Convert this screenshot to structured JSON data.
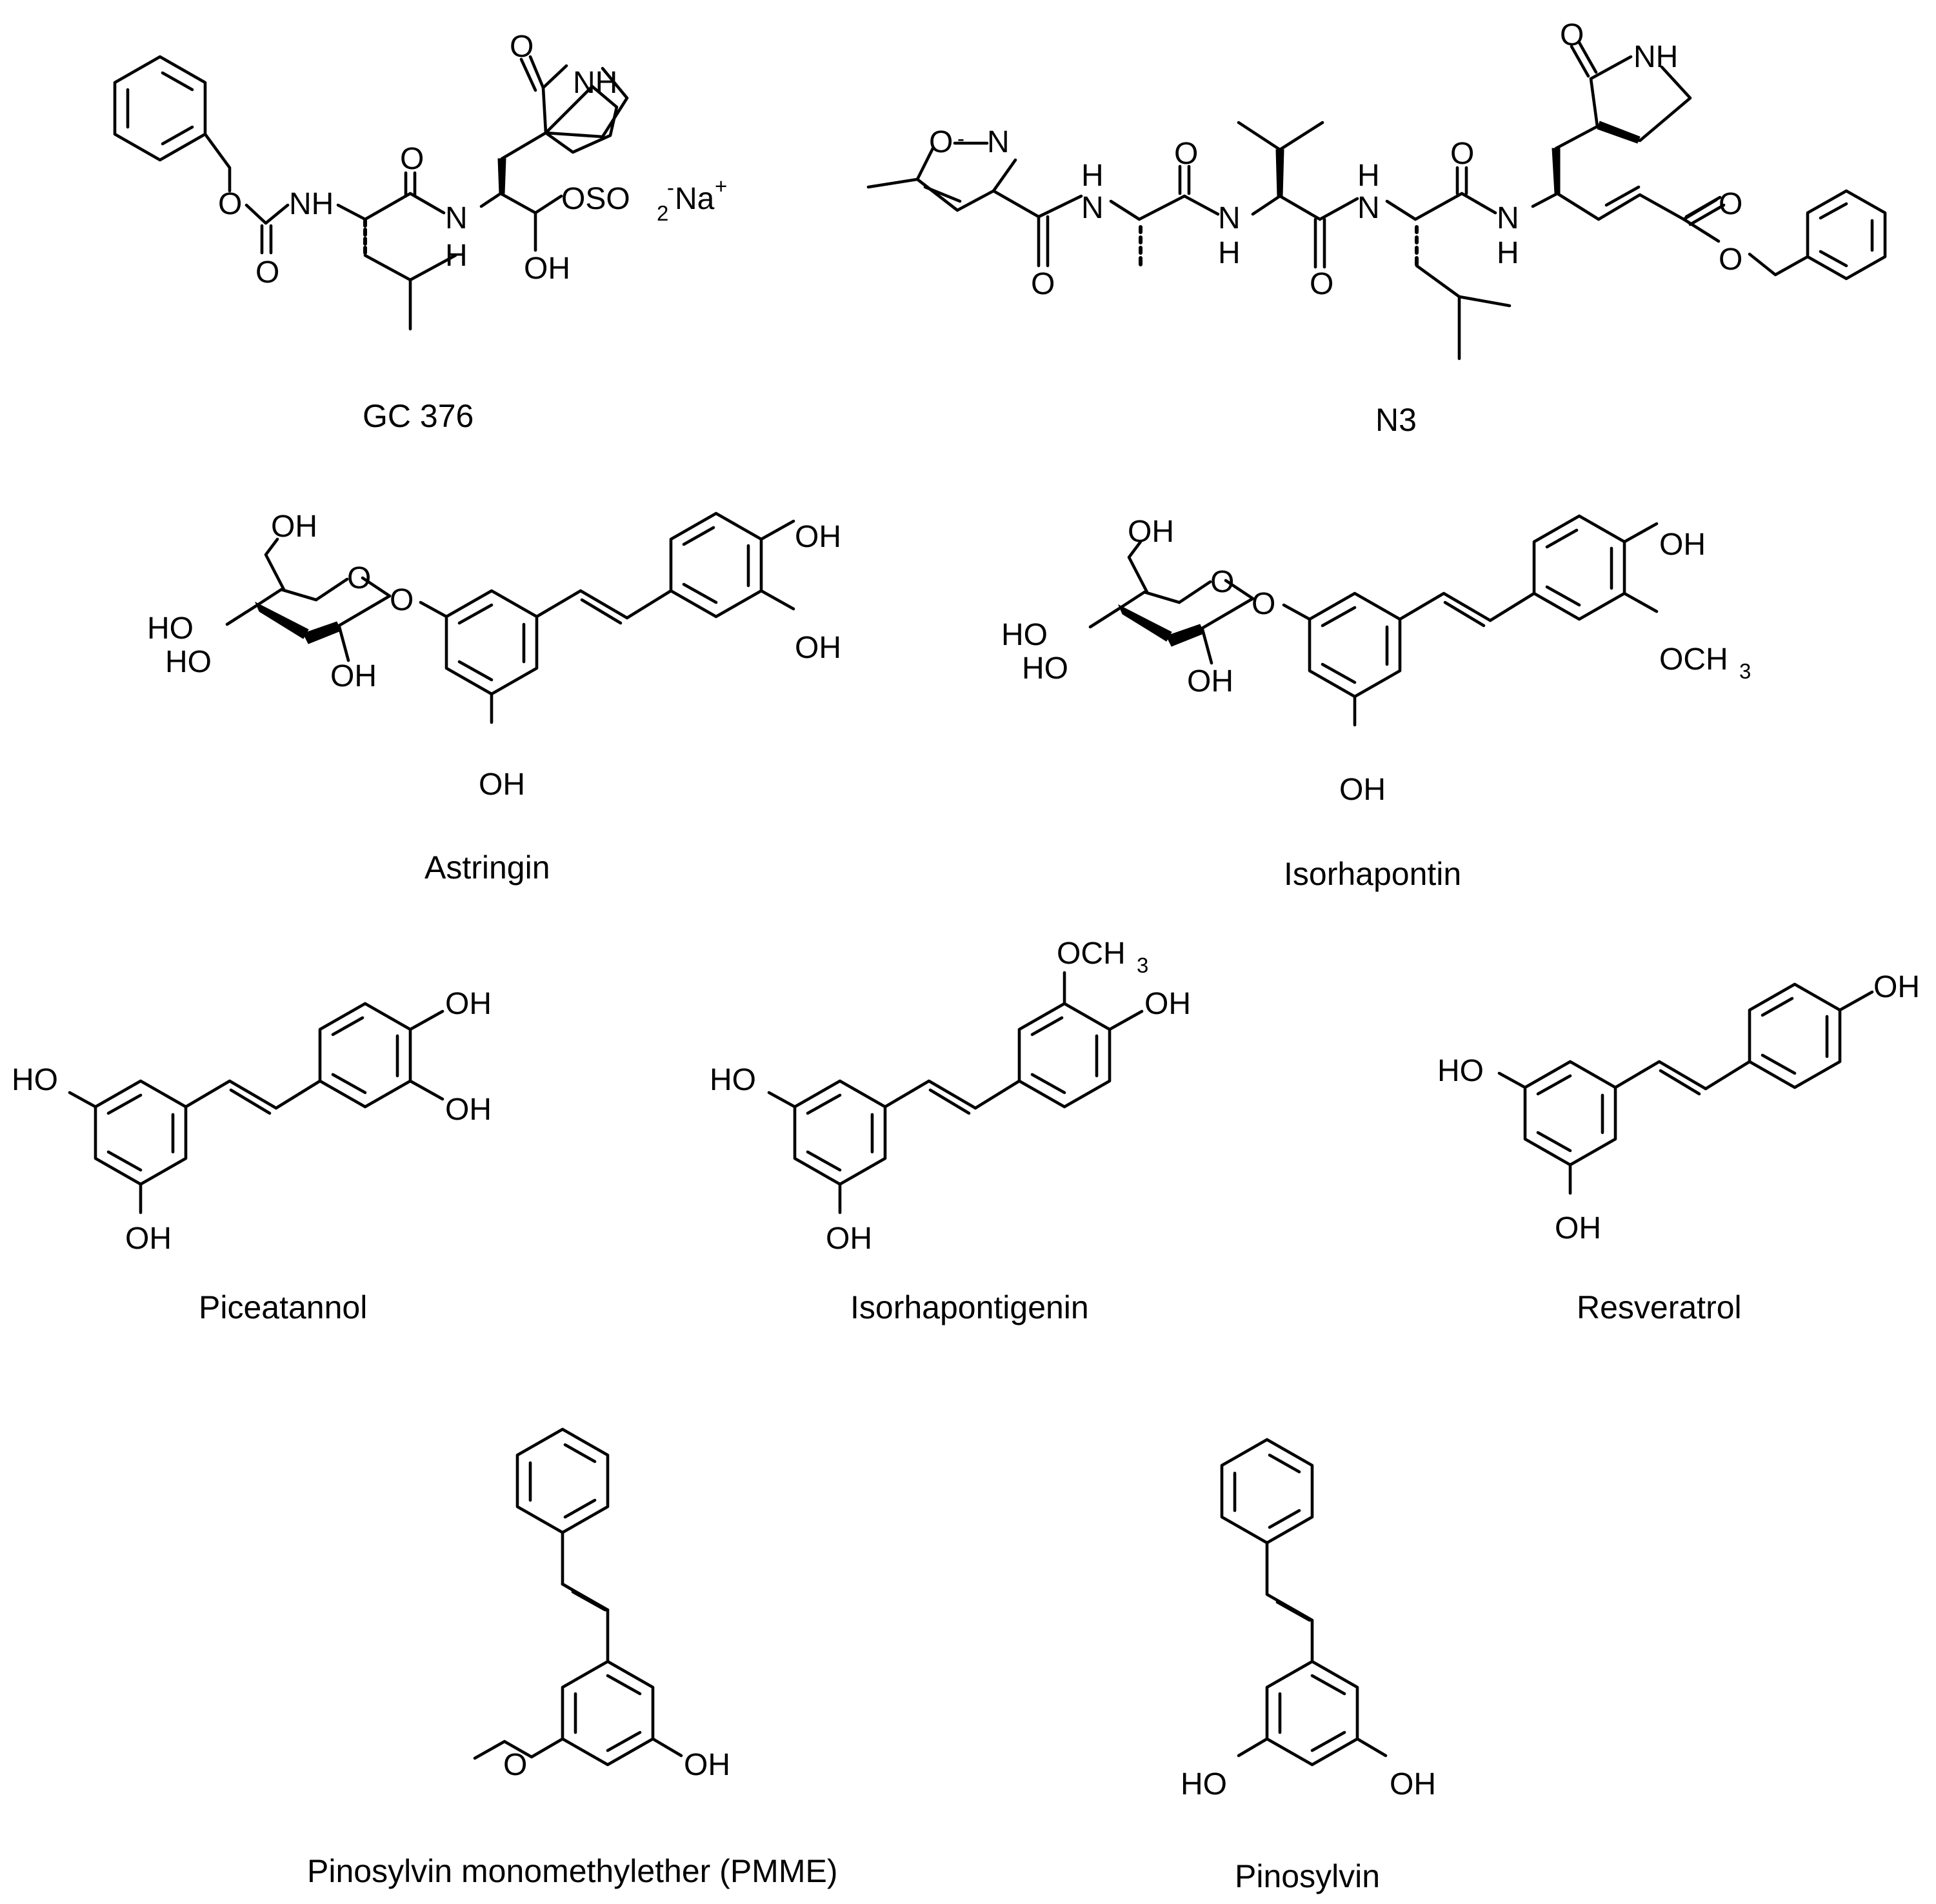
{
  "compounds": {
    "gc376": "GC 376",
    "n3": "N3",
    "astringin": "Astringin",
    "isorhapontin": "Isorhapontin",
    "piceatannol": "Piceatannol",
    "isorhapontigenin": "Isorhapontigenin",
    "resveratrol": "Resveratrol",
    "pmme": "Pinosylvin monomethylether (PMME)",
    "pinosylvin": "Pinosylvin"
  },
  "atoms": {
    "O": "O",
    "N": "N",
    "NH": "NH",
    "H": "H",
    "OH": "OH",
    "HO": "HO",
    "OSO2": "OSO",
    "sub2": "2",
    "minus": "-",
    "Na": "Na",
    "plus": "+",
    "OCH3": "OCH",
    "sub3": "3"
  }
}
